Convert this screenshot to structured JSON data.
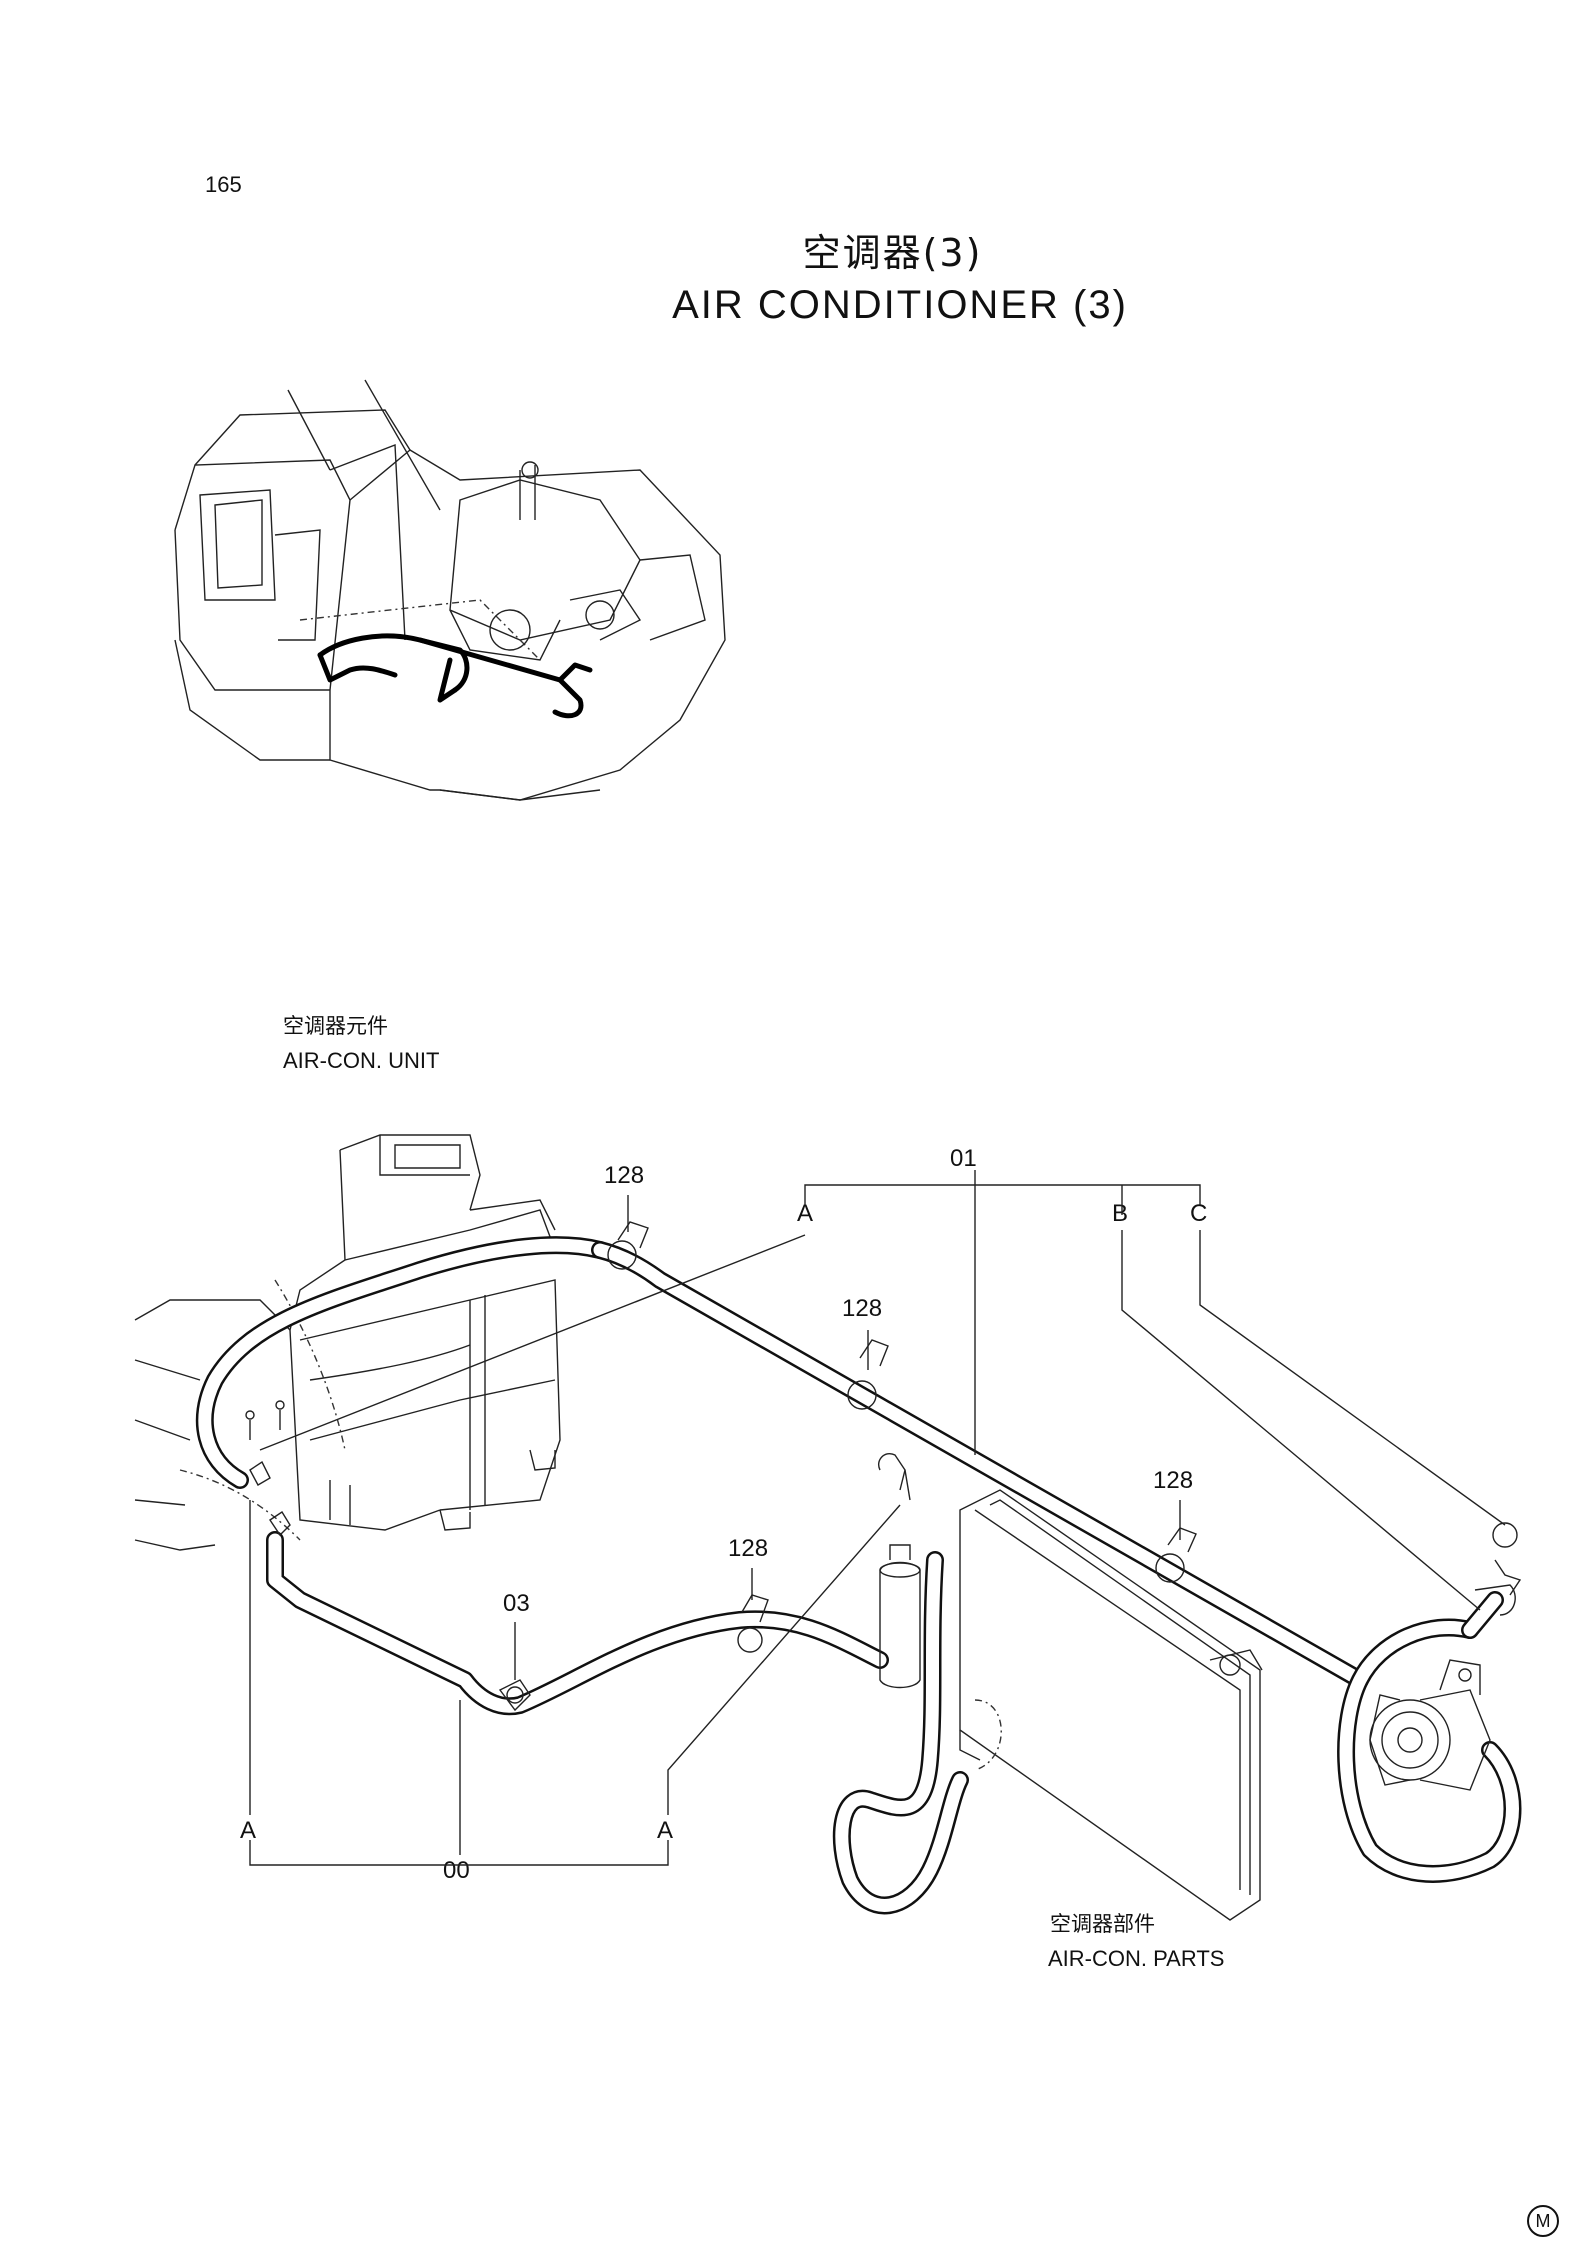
{
  "page_number": "165",
  "title": {
    "cn": "空调器(3)",
    "en": "AIR  CONDITIONER  (3)"
  },
  "labels": {
    "unit_cn": "空调器元件",
    "unit_en": "AIR-CON. UNIT",
    "parts_cn": "空调器部件",
    "parts_en": "AIR-CON. PARTS"
  },
  "callouts": {
    "c01": "01",
    "c00": "00",
    "c03": "03",
    "clamp_a": "128",
    "clamp_b": "128",
    "clamp_c": "128",
    "clamp_d": "128",
    "ref_a_top": "A",
    "ref_b_top": "B",
    "ref_c_top": "C",
    "ref_a_left": "A",
    "ref_a_right": "A"
  },
  "mark": "M"
}
